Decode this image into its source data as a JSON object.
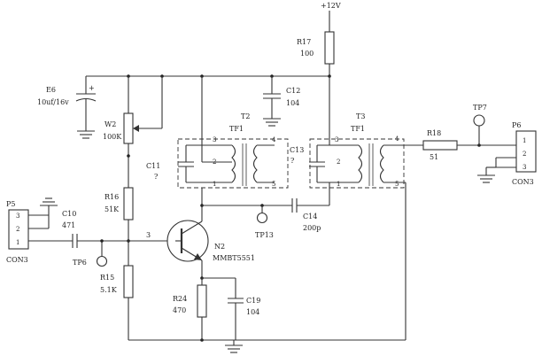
{
  "labels": {
    "supply": "+12V",
    "r17_ref": "R17",
    "r17_val": "100",
    "e6_ref": "E6",
    "e6_val": "10uf/16v",
    "w2_ref": "W2",
    "w2_val": "100K",
    "c12_ref": "C12",
    "c12_val": "104",
    "t2_ref": "T2",
    "t2_tf": "TF1",
    "t3_ref": "T3",
    "t3_tf": "TF1",
    "c11_ref": "C11",
    "c11_val": "?",
    "c13_ref": "C13",
    "c13_val": "?",
    "r18_ref": "R18",
    "r18_val": "51",
    "tp7": "TP7",
    "p6_ref": "P6",
    "p6_type": "CON3",
    "p5_ref": "P5",
    "p5_type": "CON3",
    "c10_ref": "C10",
    "c10_val": "471",
    "tp6": "TP6",
    "r16_ref": "R16",
    "r16_val": "51K",
    "r15_ref": "R15",
    "r15_val": "5.1K",
    "n3": "3",
    "q_ref": "N2",
    "q_val": "MMBT5551",
    "c14_ref": "C14",
    "c14_val": "200p",
    "tp13": "TP13",
    "r24_ref": "R24",
    "r24_val": "470",
    "c19_ref": "C19",
    "c19_val": "104",
    "plus": "+",
    "pin1": "1",
    "pin2": "2",
    "pin3": "3",
    "pin4": "4",
    "pin5": "5"
  }
}
